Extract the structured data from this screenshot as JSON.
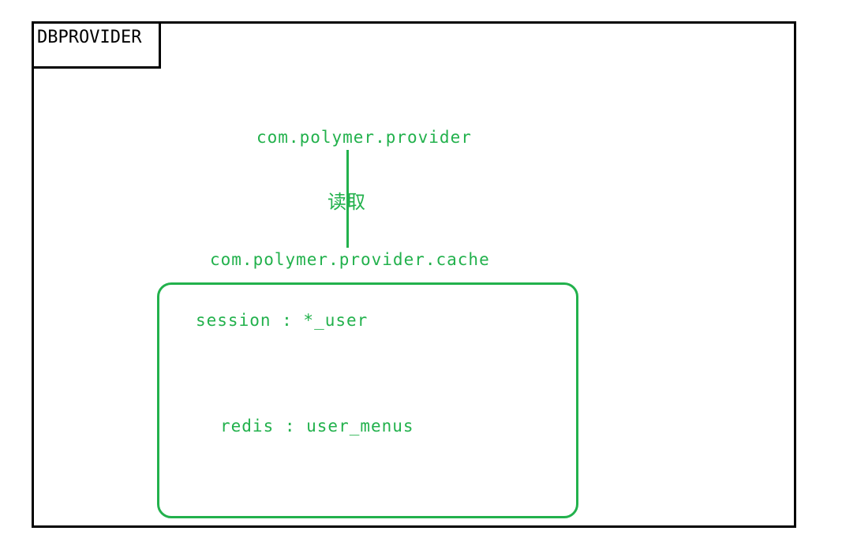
{
  "frame": {
    "title": "DBPROVIDER"
  },
  "nodes": {
    "provider": "com.polymer.provider",
    "cache": "com.polymer.provider.cache"
  },
  "edge": {
    "label": "读取"
  },
  "cache_box": {
    "items": [
      "session : *_user",
      "redis : user_menus"
    ]
  },
  "colors": {
    "frame": "#000000",
    "accent": "#22b14c",
    "background": "#ffffff"
  }
}
